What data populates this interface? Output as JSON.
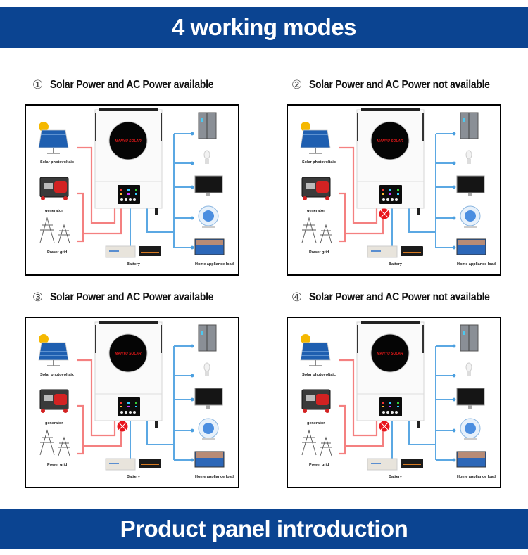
{
  "header": {
    "title": "4 working modes"
  },
  "footer": {
    "title": "Product panel introduction"
  },
  "colors": {
    "banner": "#0b4491",
    "ac_line": "#f36b6b",
    "load_line": "#4a9fe0",
    "fault_mark": "#e8141b"
  },
  "modes": [
    {
      "number": "①",
      "title": "Solar Power and AC Power available",
      "ac_disconnected": false
    },
    {
      "number": "②",
      "title": "Solar Power and AC Power not available",
      "ac_disconnected": true
    },
    {
      "number": "③",
      "title": "Solar Power and AC Power available",
      "ac_disconnected": true
    },
    {
      "number": "④",
      "title": "Solar Power and AC Power not available",
      "ac_disconnected": true
    }
  ],
  "diagram": {
    "sources": [
      "Solar photovoltaic",
      "generator",
      "Power grid"
    ],
    "storage": "Battery",
    "loads_label": "Home appliance load",
    "loads": [
      "refrigerator",
      "light bulb",
      "monitor",
      "fan",
      "television"
    ],
    "inverter_brand": "MANYU SOLAR"
  }
}
